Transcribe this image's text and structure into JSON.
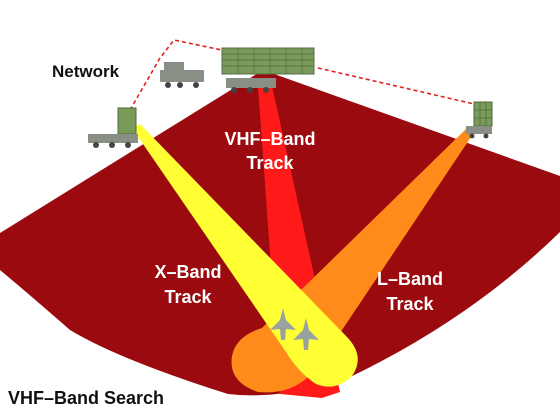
{
  "labels": {
    "network": "Network",
    "vhf_track_line1": "VHF–Band",
    "vhf_track_line2": "Track",
    "x_track_line1": "X–Band",
    "x_track_line2": "Track",
    "l_track_line1": "L–Band",
    "l_track_line2": "Track",
    "vhf_search": "VHF–Band Search"
  },
  "colors": {
    "search_sector": "#9b0a0f",
    "vhf_beam": "#ff1a1a",
    "x_band_beam": "#ffff33",
    "l_band_beam": "#ff8c1a",
    "network_link": "#e02020",
    "radar_green": "#7a9a5a",
    "truck_gray": "#8a8f86",
    "aircraft": "#9aa2a0",
    "text_white": "#ffffff",
    "text_black": "#111111"
  },
  "icons": {
    "radars": [
      "vhf-radar-truck-icon",
      "x-band-radar-truck-icon",
      "l-band-radar-truck-icon",
      "command-truck-icon"
    ],
    "targets": [
      "fighter-jet-icon",
      "fighter-jet-icon"
    ]
  }
}
